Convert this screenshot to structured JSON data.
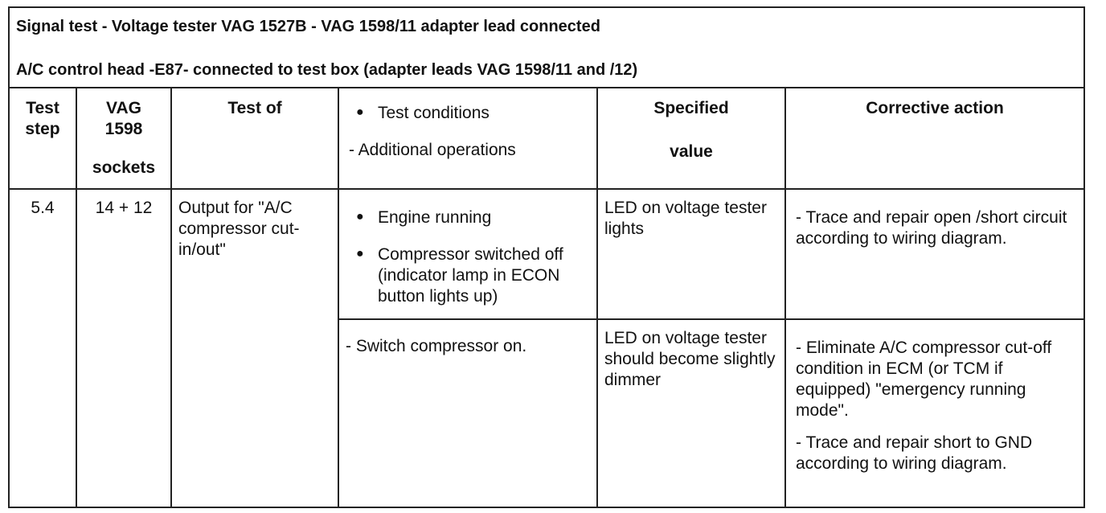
{
  "caption": {
    "line1": "Signal test - Voltage tester VAG 1527B - VAG 1598/11 adapter lead connected",
    "line2": "A/C control head -E87- connected to test box (adapter leads VAG 1598/11 and /12)"
  },
  "headers": {
    "test_step": [
      "Test",
      "step"
    ],
    "vag": [
      "VAG",
      "1598",
      "sockets"
    ],
    "test_of": "Test of",
    "conditions_bullet": "Test conditions",
    "conditions_ops": "- Additional operations",
    "specified": [
      "Specified",
      "value"
    ],
    "corrective": "Corrective action"
  },
  "rows": [
    {
      "test_step": "5.4",
      "vag_sockets": "14 + 12",
      "test_of": "Output for \"A/C compressor cut-in/out\"",
      "conditions": [
        "Engine running",
        "Compressor switched off (indicator lamp in ECON button lights up)"
      ],
      "specified": "LED on voltage tester lights",
      "corrective": [
        "- Trace and repair open /short circuit according to wiring diagram."
      ]
    },
    {
      "operation": "- Switch compressor on.",
      "specified": "LED on voltage tester should become slightly dimmer",
      "corrective": [
        "- Eliminate A/C compressor cut-off condition in ECM (or TCM if equipped) \"emergency running mode\".",
        "- Trace and repair short to GND according to wiring diagram."
      ]
    }
  ],
  "icons": {
    "bullet": "bullet-icon"
  },
  "colors": {
    "border": "#222222",
    "text": "#111111",
    "background": "#ffffff"
  }
}
